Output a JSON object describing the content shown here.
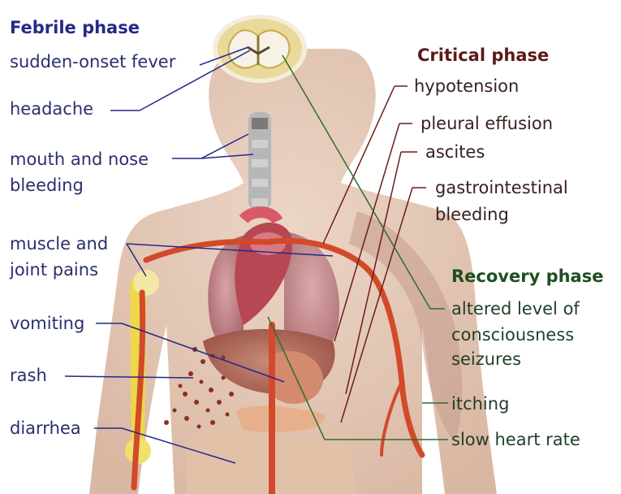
{
  "febrile": {
    "heading": "Febrile phase",
    "symptoms": [
      "sudden-onset fever",
      "headache",
      "mouth and nose",
      "bleeding",
      "muscle and",
      "joint pains",
      "vomiting",
      "rash",
      "diarrhea"
    ]
  },
  "critical": {
    "heading": "Critical phase",
    "symptoms": [
      "hypotension",
      "pleural effusion",
      "ascites",
      "gastrointestinal",
      "bleeding"
    ]
  },
  "recovery": {
    "heading": "Recovery phase",
    "symptoms": [
      "altered level of",
      "consciousness",
      "seizures",
      "itching",
      "slow heart rate"
    ]
  },
  "colors": {
    "febrile": "#242a86",
    "critical": "#6b1c1c",
    "recovery": "#2f6d2f",
    "skin": "#e3c7b4"
  }
}
